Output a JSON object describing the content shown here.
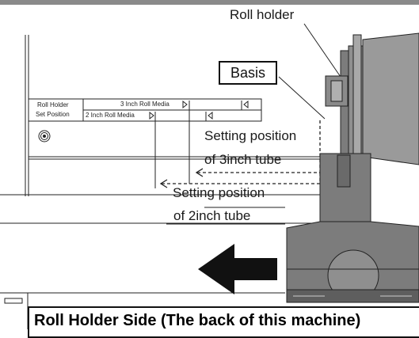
{
  "labels": {
    "roll_holder": "Roll holder",
    "basis": "Basis",
    "setting_3in_line1": "Setting position",
    "setting_3in_line2": "of 3inch tube",
    "setting_2in_line1": "Setting  position",
    "setting_2in_line2": "of 2inch tube"
  },
  "scale_plate": {
    "title_line1": "Roll Holder",
    "title_line2": "Set Position",
    "row_3inch": "3 Inch Roll Media",
    "row_2inch": "2 Inch Roll Media"
  },
  "caption": "Roll Holder Side (The back of this machine)",
  "colors": {
    "top_bar": "#8a8a8a",
    "holder_body": "#7c7c7c",
    "holder_dark": "#5a5a5a",
    "holder_light": "#a8a8a8",
    "arrow": "#111111"
  },
  "icons": {
    "screw": "concentric-circle-screw-icon",
    "direction": "left-arrow-icon"
  }
}
